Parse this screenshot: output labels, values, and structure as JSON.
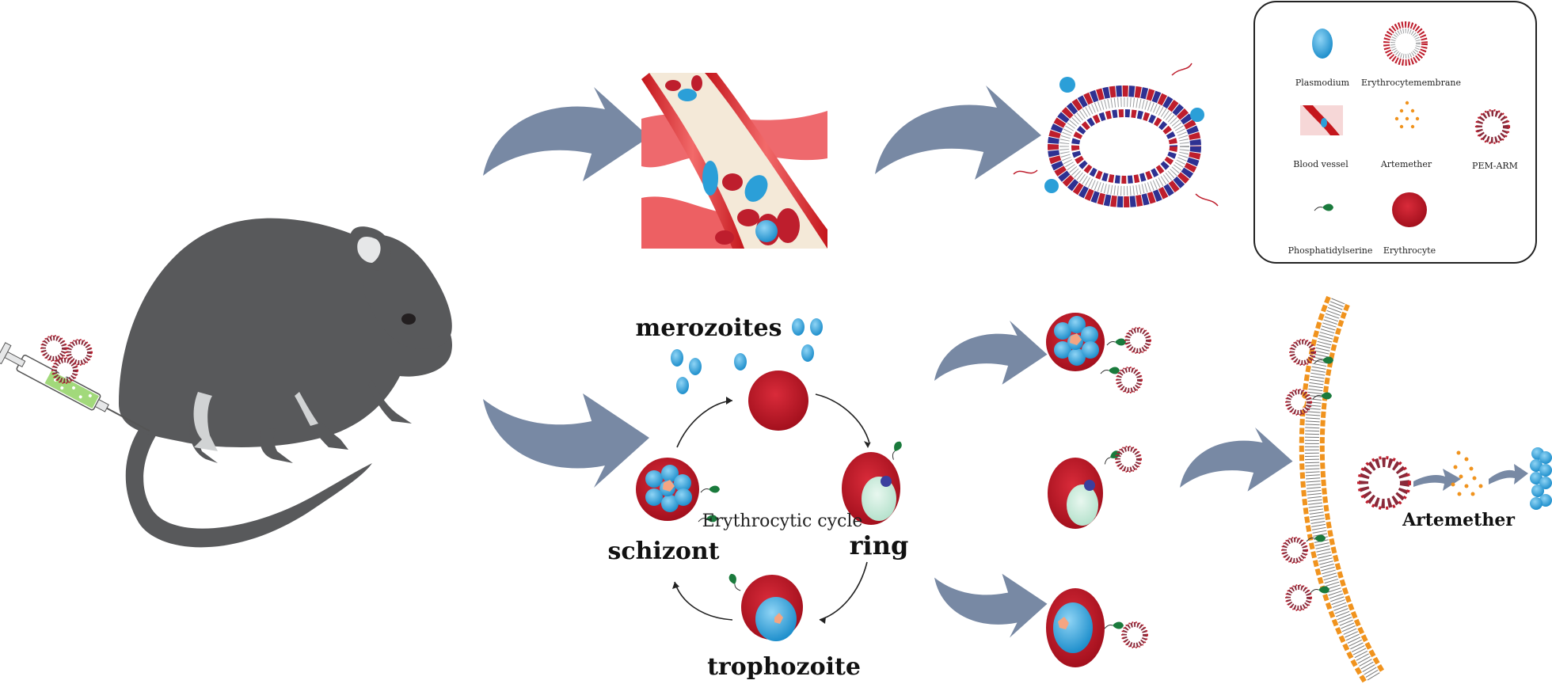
{
  "labels": {
    "merozoites": "merozoites",
    "schizont": "schizont",
    "ring": "ring",
    "trophozoite": "trophozoite",
    "cycle": "Erythrocytic cycle",
    "artemether": "Artemether"
  },
  "legend": {
    "items": [
      {
        "key": "plasmodium",
        "label": "Plasmodium"
      },
      {
        "key": "erythrocyte_membrane",
        "label": "Erythrocytemembrane"
      },
      {
        "key": "blood_vessel",
        "label": "Blood vessel"
      },
      {
        "key": "artemether",
        "label": "Artemether"
      },
      {
        "key": "pem_arm",
        "label": "PEM-ARM"
      },
      {
        "key": "phosphatidylserine",
        "label": "Phosphatidylserine"
      },
      {
        "key": "erythrocyte",
        "label": "Erythrocyte"
      }
    ]
  },
  "colors": {
    "arrow": "#7889a4",
    "mouse": "#58595b",
    "erythrocyte": "#be1e2d",
    "plasmodium": "#2b9fd8",
    "membrane_bilayer": "#f0931e",
    "ps_receptor": "#1a7a3c",
    "artemether": "#f0931e"
  }
}
